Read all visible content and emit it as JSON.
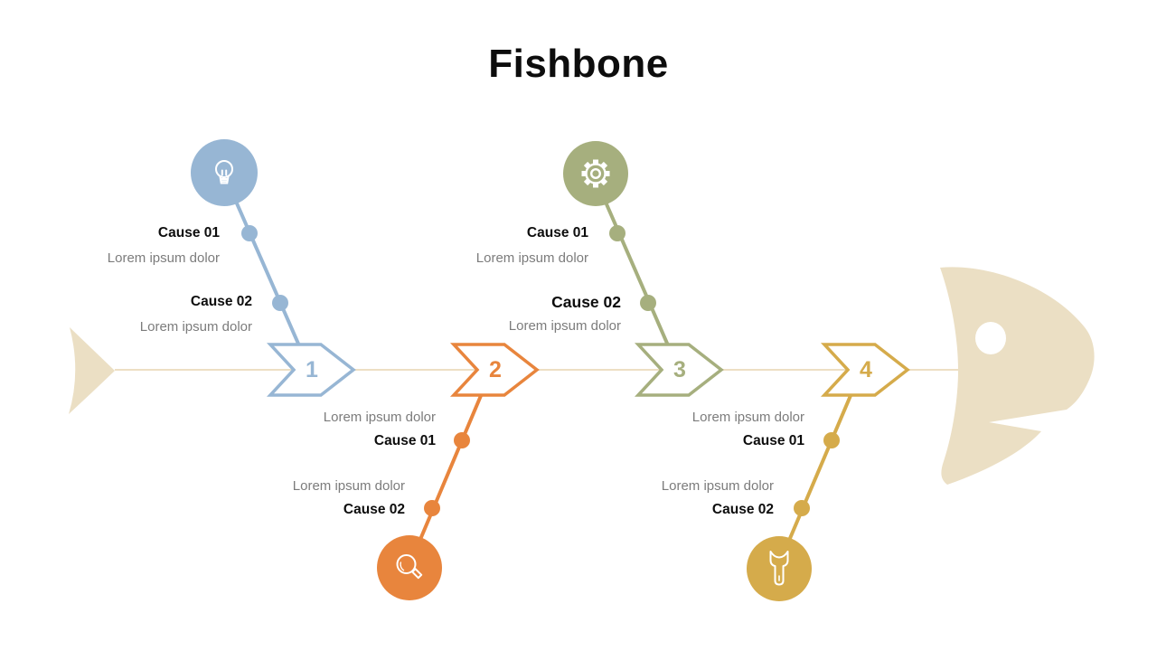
{
  "slide": {
    "title": "Fishbone"
  },
  "colors": {
    "bone1_blue": "#97B6D4",
    "bone2_orange": "#E8853D",
    "bone3_olive": "#A6AF7E",
    "bone4_gold": "#D5AB4B",
    "fish_beige": "#EBDFC4",
    "spine_line": "#EDDFC3",
    "cause_text": "#0D0D0D",
    "desc_text": "#7C7C7C",
    "background": "#FFFFFF"
  },
  "bones": [
    {
      "number": "1",
      "color": "#97B6D4",
      "icon": "lightbulb-icon",
      "side": "top",
      "causes": [
        {
          "label": "Cause 01",
          "desc": "Lorem ipsum dolor"
        },
        {
          "label": "Cause 02",
          "desc": "Lorem ipsum dolor"
        }
      ]
    },
    {
      "number": "2",
      "color": "#E8853D",
      "icon": "magnifier-icon",
      "side": "bottom",
      "causes": [
        {
          "label": "Cause 01",
          "desc": "Lorem ipsum dolor"
        },
        {
          "label": "Cause 02",
          "desc": "Lorem ipsum dolor"
        }
      ]
    },
    {
      "number": "3",
      "color": "#A6AF7E",
      "icon": "gear-icon",
      "side": "top",
      "causes": [
        {
          "label": "Cause 01",
          "desc": "Lorem ipsum dolor"
        },
        {
          "label": "Cause 02",
          "desc": "Lorem ipsum dolor"
        }
      ]
    },
    {
      "number": "4",
      "color": "#D5AB4B",
      "icon": "wrench-icon",
      "side": "bottom",
      "causes": [
        {
          "label": "Cause 01",
          "desc": "Lorem ipsum dolor"
        },
        {
          "label": "Cause 02",
          "desc": "Lorem ipsum dolor"
        }
      ]
    }
  ]
}
